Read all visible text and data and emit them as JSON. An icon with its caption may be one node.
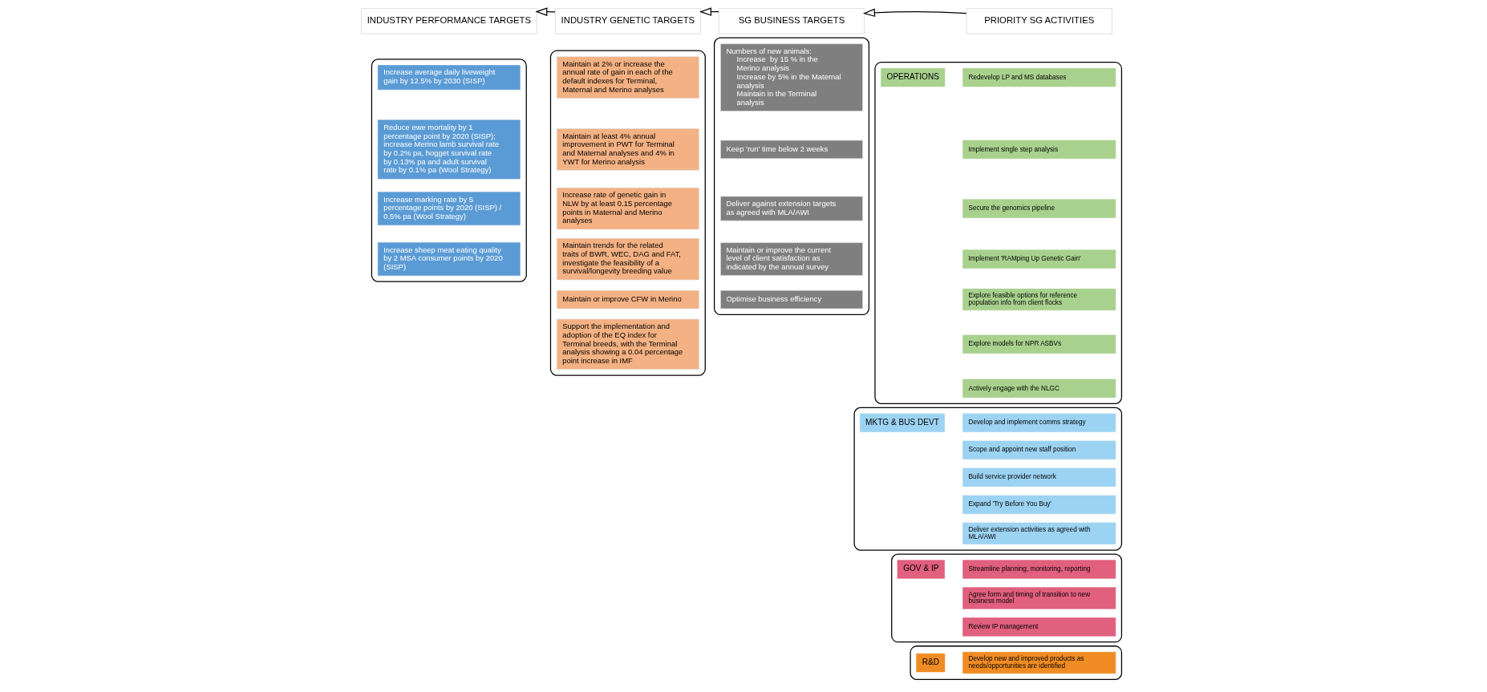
{
  "diagram": {
    "nodes": [
      {
        "text": [
          "INDUSTRY PERFORMANCE TARGETS"
        ]
      },
      {
        "text": [
          "INDUSTRY GENETIC TARGETS"
        ]
      },
      {
        "text": [
          "SG BUSINESS TARGETS"
        ]
      },
      {
        "text": [
          "PRIORITY SG ACTIVITIES"
        ]
      },
      {
        "text": [],
        "shape": "box"
      },
      {
        "text": [
          "Increase average daily liveweight gain by 12.5% by 2030 (SISP)"
        ],
        "in": 4
      },
      {
        "text": [
          "Reduce ewe mortality by 1 percentage point by 2020 (SISP); increase Merino lamb survival rate by 0.2% pa, hogget survival rate by 0.13% pa and adult survival rate by 0.1% pa (Wool Strategy)"
        ],
        "in": 4
      },
      {
        "text": [
          "Increase marking rate by 5 percentage points by 2020 (SISP) / 0.5% pa (Wool Strategy)"
        ],
        "in": 4
      },
      {
        "text": [
          "Increase sheep meat eating quality by 2 MSA consumer points by 2020 (SISP)"
        ],
        "in": 4
      },
      {
        "text": [],
        "shape": "box"
      },
      {
        "text": [
          "Maintain at 2% or increase the annual rate of gain in each of the default indexes for Terminal, Maternal and Merino analyses"
        ],
        "in": 9
      },
      {
        "text": [
          "Maintain at least 4% annual improvement in PWT for Terminal and Maternal analyses and 4% in YWT for Merino analysis"
        ],
        "in": 9
      },
      {
        "text": [
          "Increase rate of genetic gain in NLW by at least 0.15 percentage points in Maternal and Merino analyses"
        ],
        "in": 9
      },
      {
        "text": [
          "Maintain trends for the related traits of BWR, WEC, DAG and FAT, investigate the feasibility of a survival/longevity breeding value"
        ],
        "in": 9
      },
      {
        "text": [
          "Maintain or improve CFW in Merino"
        ],
        "in": 9
      },
      {
        "text": [
          "Support the implementation and adoption of the EQ index for Terminal breeds, with the Terminal analysis showing a 0.04 percentage point increase in IMF"
        ],
        "in": 9
      },
      {
        "text": [],
        "shape": "box"
      },
      {
        "text": [
          "Numbers of new animals:",
          "Increase  by 15 % in the Merino analysis",
          "Increase by 5% in the Maternal analysis",
          "Maintain in the Terminal analysis"
        ],
        "in": 16
      },
      {
        "text": [
          "Keep 'run' time below 2 weeks"
        ],
        "in": 16
      },
      {
        "text": [
          "Deliver against extension targets as agreed with MLA/AWI"
        ],
        "in": 16
      },
      {
        "text": [
          "Maintain or improve the current level of client satisfaction as indicated by the annual survey"
        ],
        "in": 16
      },
      {
        "text": [
          "Optimise business efficiency"
        ],
        "in": 16
      },
      {
        "text": [],
        "shape": "box"
      },
      {
        "text": [
          "OPERATIONS"
        ],
        "in": 22
      },
      {
        "text": [
          "Redevelop LP and MS databases"
        ],
        "in": 22
      },
      {
        "text": [
          "Implement single step analysis"
        ],
        "in": 22
      },
      {
        "text": [
          "Secure the genomics pipeline"
        ],
        "in": 22
      },
      {
        "text": [
          "Implement 'RAMping Up Genetic Gain'"
        ],
        "in": 22
      },
      {
        "text": [
          "Explore feasible options for reference population info from client flocks"
        ],
        "in": 22
      },
      {
        "text": [
          "Explore models for NPR ASBVs"
        ],
        "in": 22
      },
      {
        "text": [
          "Actively engage with the NLGC"
        ],
        "in": 22
      },
      {
        "text": [],
        "shape": "box"
      },
      {
        "text": [
          "MKTG & BUS DEVT"
        ],
        "in": 31
      },
      {
        "text": [
          "Develop and implement comms strategy"
        ],
        "in": 31
      },
      {
        "text": [
          "Scope and appoint new staff position"
        ],
        "in": 31
      },
      {
        "text": [
          "Build service provider network"
        ],
        "in": 31
      },
      {
        "text": [
          "Expand 'Try Before You Buy'"
        ],
        "in": 31
      },
      {
        "text": [
          "Deliver extension activities as agreed with MLA/AWI"
        ],
        "in": 31
      },
      {
        "text": [],
        "shape": "box"
      },
      {
        "text": [
          "GOV & IP"
        ],
        "in": 38
      },
      {
        "text": [
          "Streamline planning, monitoring, reporting"
        ],
        "in": 38
      },
      {
        "text": [
          "Agree form and timing of transition to new business model"
        ],
        "in": 38
      },
      {
        "text": [
          "Review IP management"
        ],
        "in": 38
      },
      {
        "text": [],
        "shape": "box"
      },
      {
        "text": [
          "R&D"
        ],
        "in": 43
      },
      {
        "text": [
          "Develop new and improved products as needs/opportunities are identified"
        ],
        "in": 43
      }
    ],
    "edges": [
      {
        "from": 1,
        "to": 0,
        "arrow": "to"
      },
      {
        "from": 2,
        "to": 1,
        "arrow": "to"
      },
      {
        "from": 3,
        "to": 2,
        "arrow": "to"
      }
    ]
  }
}
